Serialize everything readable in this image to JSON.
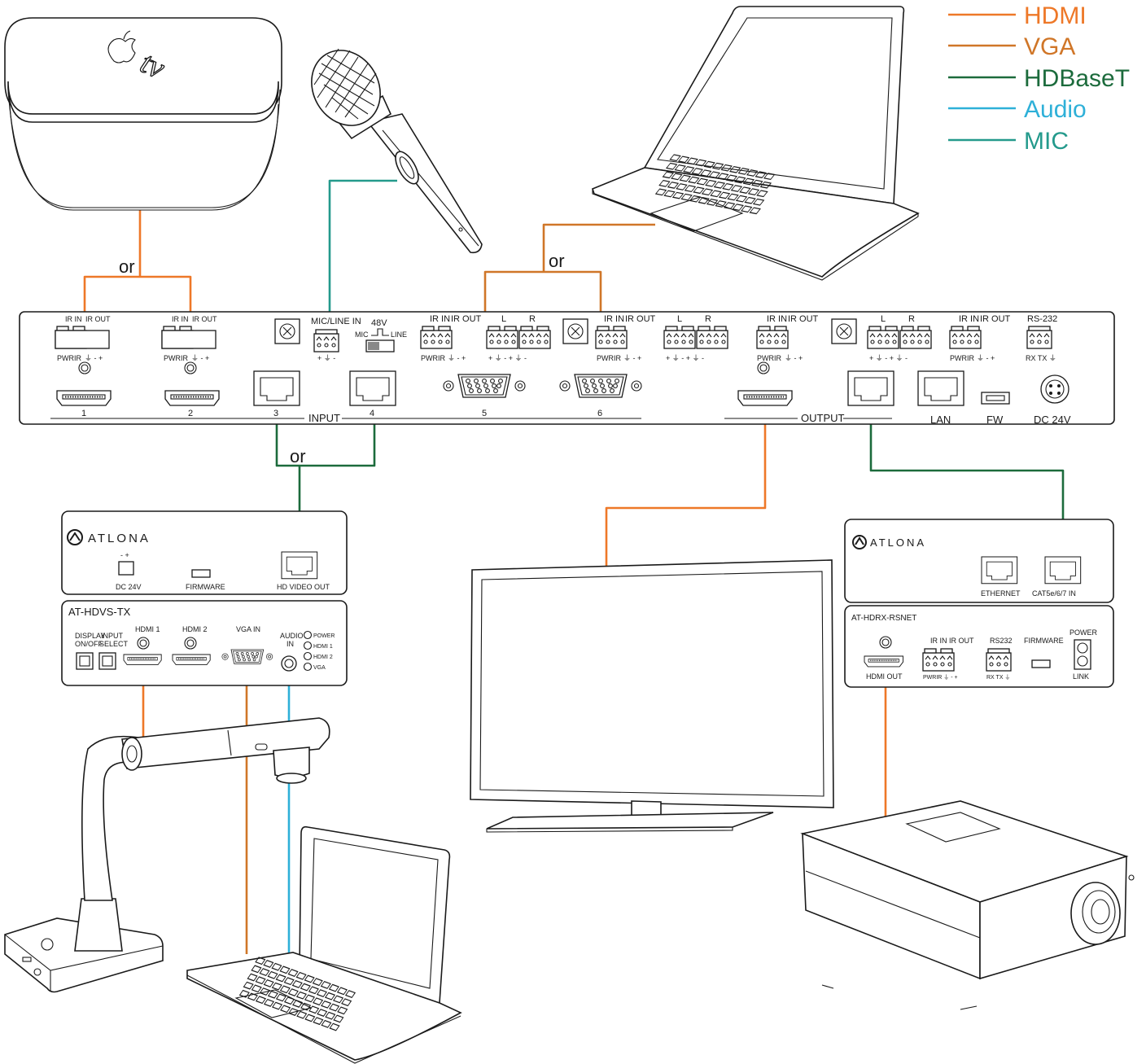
{
  "colors": {
    "hdmi": "#ee7828",
    "vga": "#d07628",
    "hdbaset": "#1c6b3c",
    "audio": "#2eb0d8",
    "mic": "#249a8c",
    "line": "#1a1a1a"
  },
  "legend": [
    {
      "label": "HDMI",
      "color": "#ee7828"
    },
    {
      "label": "VGA",
      "color": "#d07628"
    },
    {
      "label": "HDBaseT",
      "color": "#1c6b3c"
    },
    {
      "label": "Audio",
      "color": "#2eb0d8"
    },
    {
      "label": "MIC",
      "color": "#249a8c"
    }
  ],
  "or_labels": [
    "or",
    "or",
    "or"
  ],
  "apple_tv": {
    "logo_text": "tv"
  },
  "main_unit": {
    "ir_in": "IR IN",
    "ir_out": "IR OUT",
    "pwr_ir": "PWRIR",
    "ground_plus": "⏚  -  +",
    "mic_line_in": "MIC/LINE IN",
    "phantom": "48V",
    "mic": "MIC",
    "line": "LINE",
    "plus_gnd_minus": "+  ⏚  -",
    "audio_l": "L",
    "audio_r": "R",
    "audio_pins": "+ ⏚ -  + ⏚ -",
    "rs232": "RS-232",
    "rx_tx": "RX TX ⏚",
    "port_1": "1",
    "port_2": "2",
    "port_3": "3",
    "port_4": "4",
    "port_5": "5",
    "port_6": "6",
    "input": "INPUT",
    "output": "OUTPUT",
    "lan": "LAN",
    "fw": "FW",
    "dc": "DC 24V"
  },
  "transmitter": {
    "brand": "ATLONA",
    "model": "AT-HDVS-TX",
    "dc_pins": "-  +",
    "dc": "DC 24V",
    "firmware": "FIRMWARE",
    "hd_video_out": "HD VIDEO OUT",
    "display_onoff_1": "DISPLAY",
    "display_onoff_2": "ON/OFF",
    "input_select_1": "INPUT",
    "input_select_2": "SELECT",
    "hdmi1": "HDMI 1",
    "hdmi2": "HDMI 2",
    "vga_in": "VGA IN",
    "audio_in_1": "AUDIO",
    "audio_in_2": "IN",
    "led_power": "POWER",
    "led_hdmi1": "HDMI 1",
    "led_hdmi2": "HDMI 2",
    "led_vga": "VGA"
  },
  "receiver": {
    "brand": "ATLONA",
    "model": "AT-HDRX-RSNET",
    "ethernet": "ETHERNET",
    "cat_in": "CAT5e/6/7 IN",
    "hdmi_out": "HDMI OUT",
    "ir_in": "IR IN",
    "ir_out": "IR OUT",
    "pwr_ir": "PWRIR  ⏚  -  +",
    "rs232": "RS232",
    "rx_tx": "RX TX ⏚",
    "firmware": "FIRMWARE",
    "power": "POWER",
    "link": "LINK"
  }
}
